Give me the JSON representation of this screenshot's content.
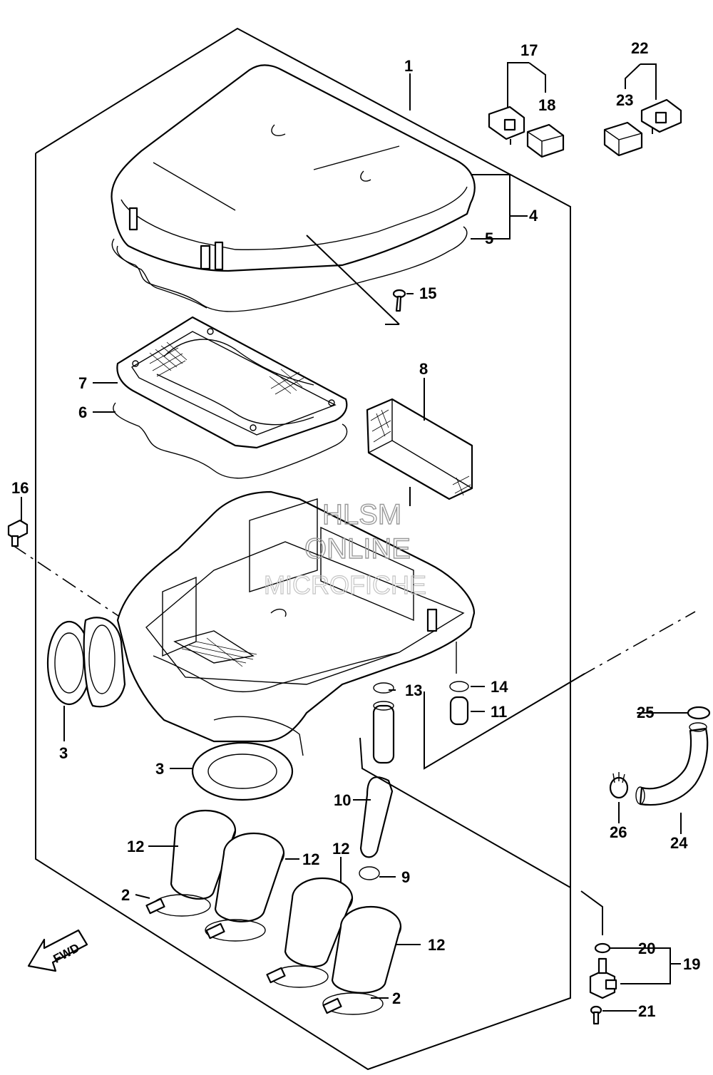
{
  "callouts": {
    "c1": "1",
    "c2a": "2",
    "c2b": "2",
    "c3a": "3",
    "c3b": "3",
    "c4": "4",
    "c5": "5",
    "c6": "6",
    "c7": "7",
    "c8": "8",
    "c9": "9",
    "c10": "10",
    "c11": "11",
    "c12a": "12",
    "c12b": "12",
    "c12c": "12",
    "c12d": "12",
    "c13": "13",
    "c14": "14",
    "c15": "15",
    "c16": "16",
    "c17": "17",
    "c18": "18",
    "c19": "19",
    "c20": "20",
    "c21": "21",
    "c22": "22",
    "c23": "23",
    "c24": "24",
    "c25": "25",
    "c26": "26"
  },
  "watermark": {
    "line1": "HLSM",
    "line2": "ONLINE",
    "line3": "MICROFICHE"
  },
  "direction_badge": "FWD"
}
